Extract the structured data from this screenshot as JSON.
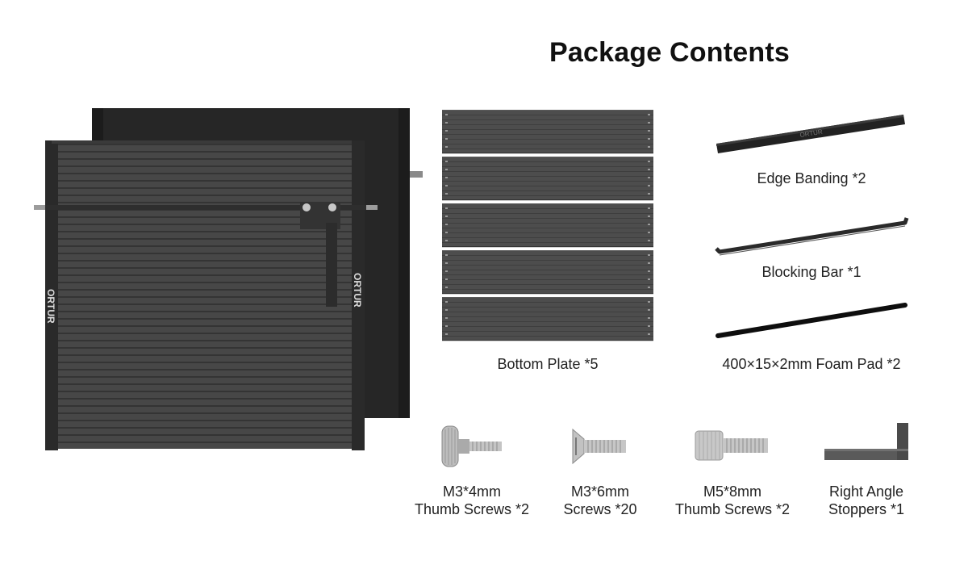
{
  "header": {
    "title": "Package Contents"
  },
  "enclosure": {
    "brand": "ORTUR"
  },
  "items": {
    "bottom_plate": "Bottom Plate *5",
    "edge_banding": "Edge Banding *2",
    "blocking_bar": "Blocking Bar *1",
    "foam_pad": "400×15×2mm Foam Pad *2",
    "m3_4_thumb": {
      "line1": "M3*4mm",
      "line2": "Thumb Screws *2"
    },
    "m3_6": {
      "line1": "M3*6mm",
      "line2": "Screws *20"
    },
    "m5_8_thumb": {
      "line1": "M5*8mm",
      "line2": "Thumb Screws *2"
    },
    "right_angle": {
      "line1": "Right Angle",
      "line2": "Stoppers *1"
    }
  },
  "colors": {
    "panel_dark": "#2b2b2b",
    "slat": "#4a4a4a",
    "metal": "#b8b8b8"
  }
}
